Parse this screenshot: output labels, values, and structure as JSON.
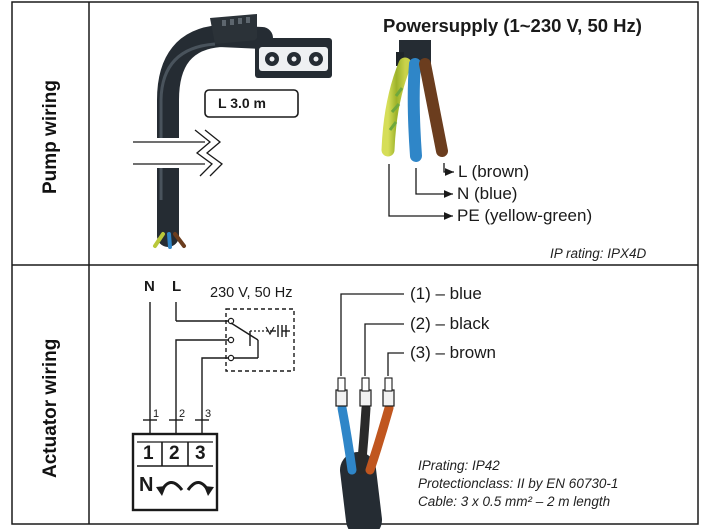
{
  "pump": {
    "row_label": "Pump wiring",
    "cable_length": "L  3.0 m",
    "power_title": "Powersupply (1~230 V, 50 Hz)",
    "wires": [
      "L (brown)",
      "N (blue)",
      "PE (yellow-green)"
    ],
    "ip_rating": "IP rating: IPX4D"
  },
  "actuator": {
    "row_label": "Actuator wiring",
    "terminal_top": [
      "N",
      "L"
    ],
    "voltage": "230 V, 50 Hz",
    "terminal_numbers": [
      "1",
      "2",
      "3"
    ],
    "block_numbers": [
      "1",
      "2",
      "3"
    ],
    "block_symbol_n": "N",
    "wires": [
      "(1) – blue",
      "(2) – black",
      "(3) – brown"
    ],
    "specs": [
      "IPrating: IP42",
      "Protectionclass: II by EN 60730-1",
      "Cable: 3 x 0.5 mm² – 2 m length"
    ]
  },
  "colors": {
    "border": "#1a1a1a",
    "cable": "#252c33",
    "brown": "#6b3d1e",
    "blue": "#2f86c8",
    "yellow_green": "#b9c83a",
    "actuator_brown": "#c0561f",
    "black_wire": "#2a2a2a"
  }
}
